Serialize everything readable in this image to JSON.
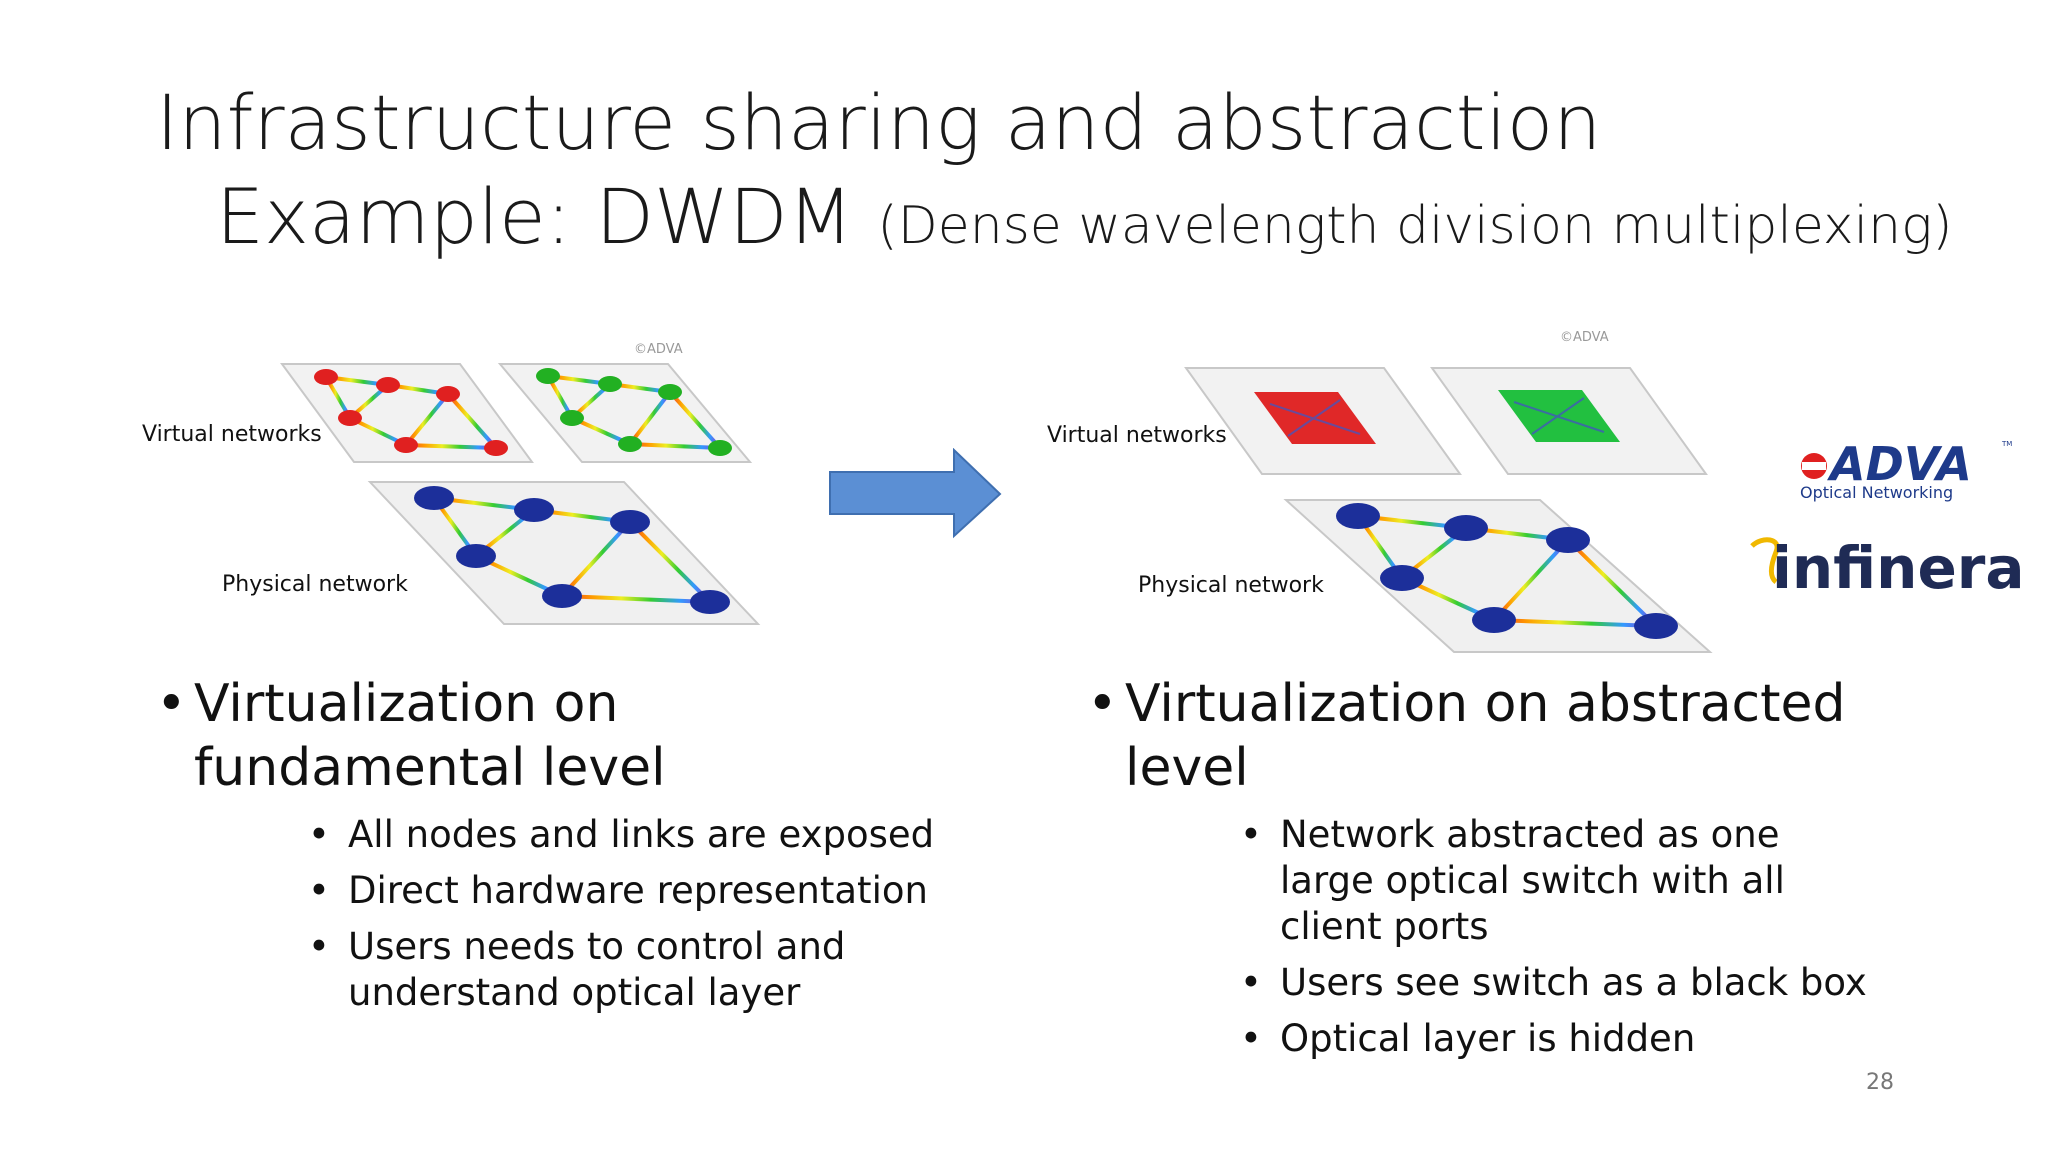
{
  "slide": {
    "title_line1": "Infrastructure sharing and abstraction",
    "title_line2_main": "Example: DWDM",
    "title_line2_paren": "(Dense wavelength division multiplexing)",
    "page_number": "28"
  },
  "left_diagram": {
    "copyright": "©ADVA",
    "virtual_label": "Virtual networks",
    "physical_label": "Physical network"
  },
  "right_diagram": {
    "copyright": "©ADVA",
    "virtual_label": "Virtual networks",
    "physical_label": "Physical network"
  },
  "left_bullets": {
    "main": "Virtualization on fundamental level",
    "subs": [
      "All nodes and links are exposed",
      "Direct hardware representation",
      "Users needs to control and understand optical layer"
    ]
  },
  "right_bullets": {
    "main": "Virtualization on abstracted level",
    "subs": [
      "Network abstracted as one large optical switch with all client ports",
      "Users see switch as a black box",
      "Optical layer is hidden"
    ]
  },
  "logos": {
    "adva": "ADVA",
    "adva_tm": "TM",
    "adva_sub": "Optical Networking",
    "infinera": "infinera"
  },
  "colors": {
    "arrow": "#5b8fd4",
    "virtual_red": "#e02020",
    "virtual_green": "#22b022",
    "physical_node": "#1c2f9a",
    "adva_blue": "#1e3a8a",
    "infinera_navy": "#1f2b55",
    "infinera_gold": "#f0b800"
  }
}
